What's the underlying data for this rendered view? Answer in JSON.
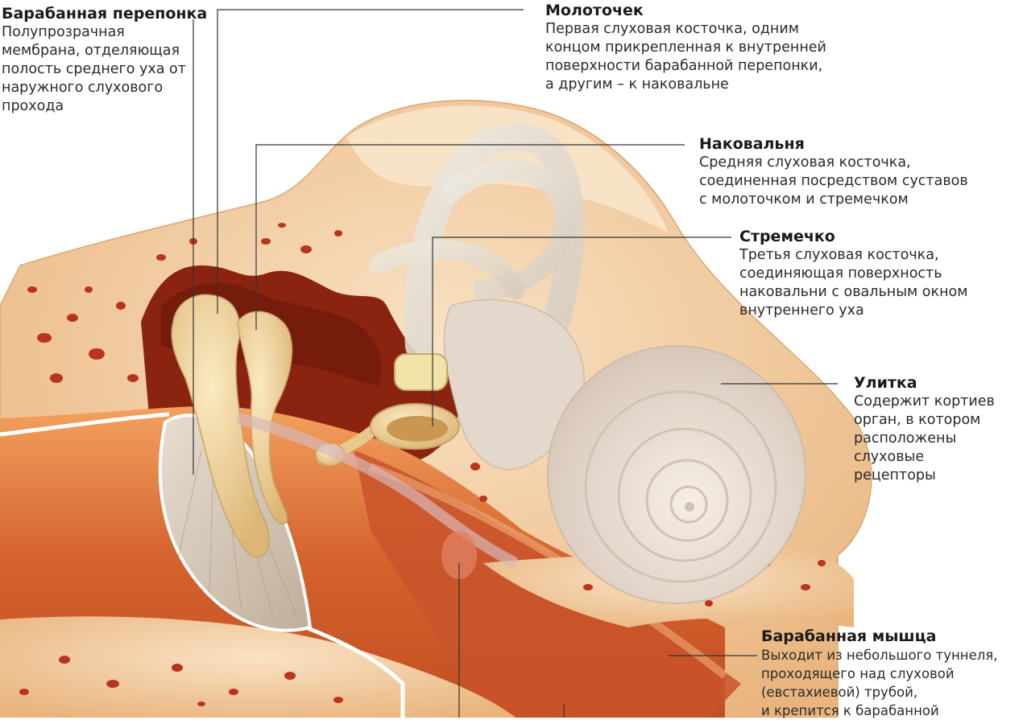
{
  "labels": {
    "eardrum": {
      "title": "Барабанная перепонка",
      "lines": [
        "Полупрозрачная",
        "мембрана, отделяющая",
        "полость среднего уха от",
        "наружного слухового",
        "прохода"
      ]
    },
    "malleus": {
      "title": "Молоточек",
      "lines": [
        "Первая слуховая косточка, одним",
        "концом прикрепленная к внутренней",
        "поверхности барабанной перепонки,",
        "а другим – к наковальне"
      ]
    },
    "incus": {
      "title": "Наковальня",
      "lines": [
        "Средняя слуховая косточка,",
        "соединенная посредством суставов",
        "с молоточком и стремечком"
      ]
    },
    "stapes": {
      "title": "Стремечко",
      "lines": [
        "Третья слуховая косточка,",
        "соединяющая поверхность",
        "наковальни с овальным окном",
        "внутреннего уха"
      ]
    },
    "cochlea": {
      "title": "Улитка",
      "lines": [
        "Содержит кортиев",
        "орган, в котором",
        "расположены",
        "слуховые",
        "рецепторы"
      ]
    },
    "tensor": {
      "title": "Барабанная мышца",
      "lines": [
        "Выходит из небольшого туннеля,",
        "проходящего над слуховой",
        "(евстахиевой) трубой,",
        "и крепится к барабанной"
      ]
    }
  },
  "colors": {
    "bone": "#f2c89a",
    "bone_light": "#f7dcbc",
    "cavity": "#8a2410",
    "tissue": "#e07a3a",
    "ossicle": "#efd7a0",
    "cochlea": "#e9ddd3",
    "leader": "#333333"
  }
}
